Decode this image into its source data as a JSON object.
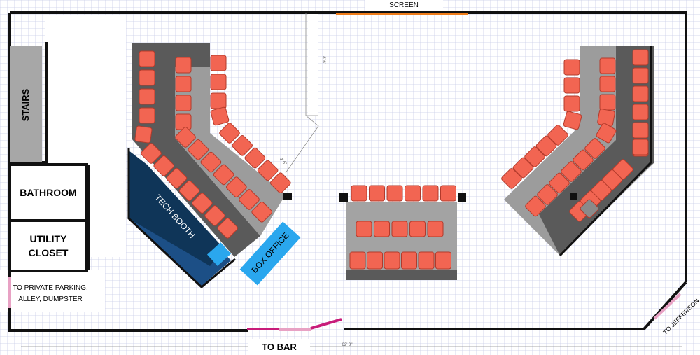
{
  "labels": {
    "screen": "SCREEN",
    "stairs": "STAIRS",
    "bathroom": "BATHROOM",
    "utility_line1": "UTILITY",
    "utility_line2": "CLOSET",
    "parking_line1": "TO PRIVATE PARKING,",
    "parking_line2": "ALLEY, DUMPSTER",
    "tech_booth": "TECH BOOTH",
    "box_office": "BOX OFFICE",
    "to_bar": "TO BAR",
    "to_jefferson": "TO JEFFERSON",
    "dim_upper": "8' 6\"",
    "dim_mid": "8' 6\"",
    "dim_bottom": "62' 0\""
  },
  "colors": {
    "wall": "#111111",
    "seat": "#f26552",
    "seat_border": "#b23a2b",
    "riser_dark": "#5a5a5a",
    "riser_light": "#9c9c9c",
    "riser_center": "#a3a3a3",
    "tech_booth": "#1c4f86",
    "tech_booth_dark": "#0f3558",
    "box_office": "#2aa7ee",
    "screen": "#f07d1a",
    "door_pink": "#e8a2c4",
    "door_magenta": "#c81c7a",
    "stairs": "#a7a7a7",
    "grid": "#c9cde8"
  }
}
